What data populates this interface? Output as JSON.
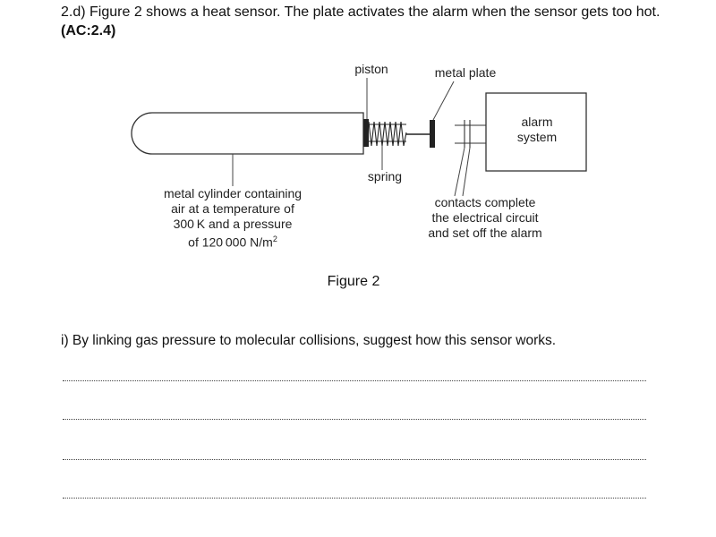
{
  "question": {
    "intro": "2.d) Figure 2 shows a heat sensor. The plate activates the alarm when the sensor gets too hot.",
    "ac_ref": "(AC:2.4)"
  },
  "figure": {
    "labels": {
      "piston": "piston",
      "metal_plate": "metal plate",
      "alarm_line1": "alarm",
      "alarm_line2": "system",
      "spring": "spring",
      "cylinder_line1": "metal cylinder containing",
      "cylinder_line2": "air at a temperature of",
      "cylinder_line3": "300 K and a pressure",
      "cylinder_line4": "of 120 000 N/m",
      "cylinder_unit_exp": "2",
      "contacts_line1": "contacts complete",
      "contacts_line2": "the electrical circuit",
      "contacts_line3": "and set off the alarm"
    },
    "caption": "Figure 2"
  },
  "part_i": {
    "prompt": "i) By linking gas pressure to molecular collisions, suggest how this sensor works.",
    "answer_lines": 4
  }
}
